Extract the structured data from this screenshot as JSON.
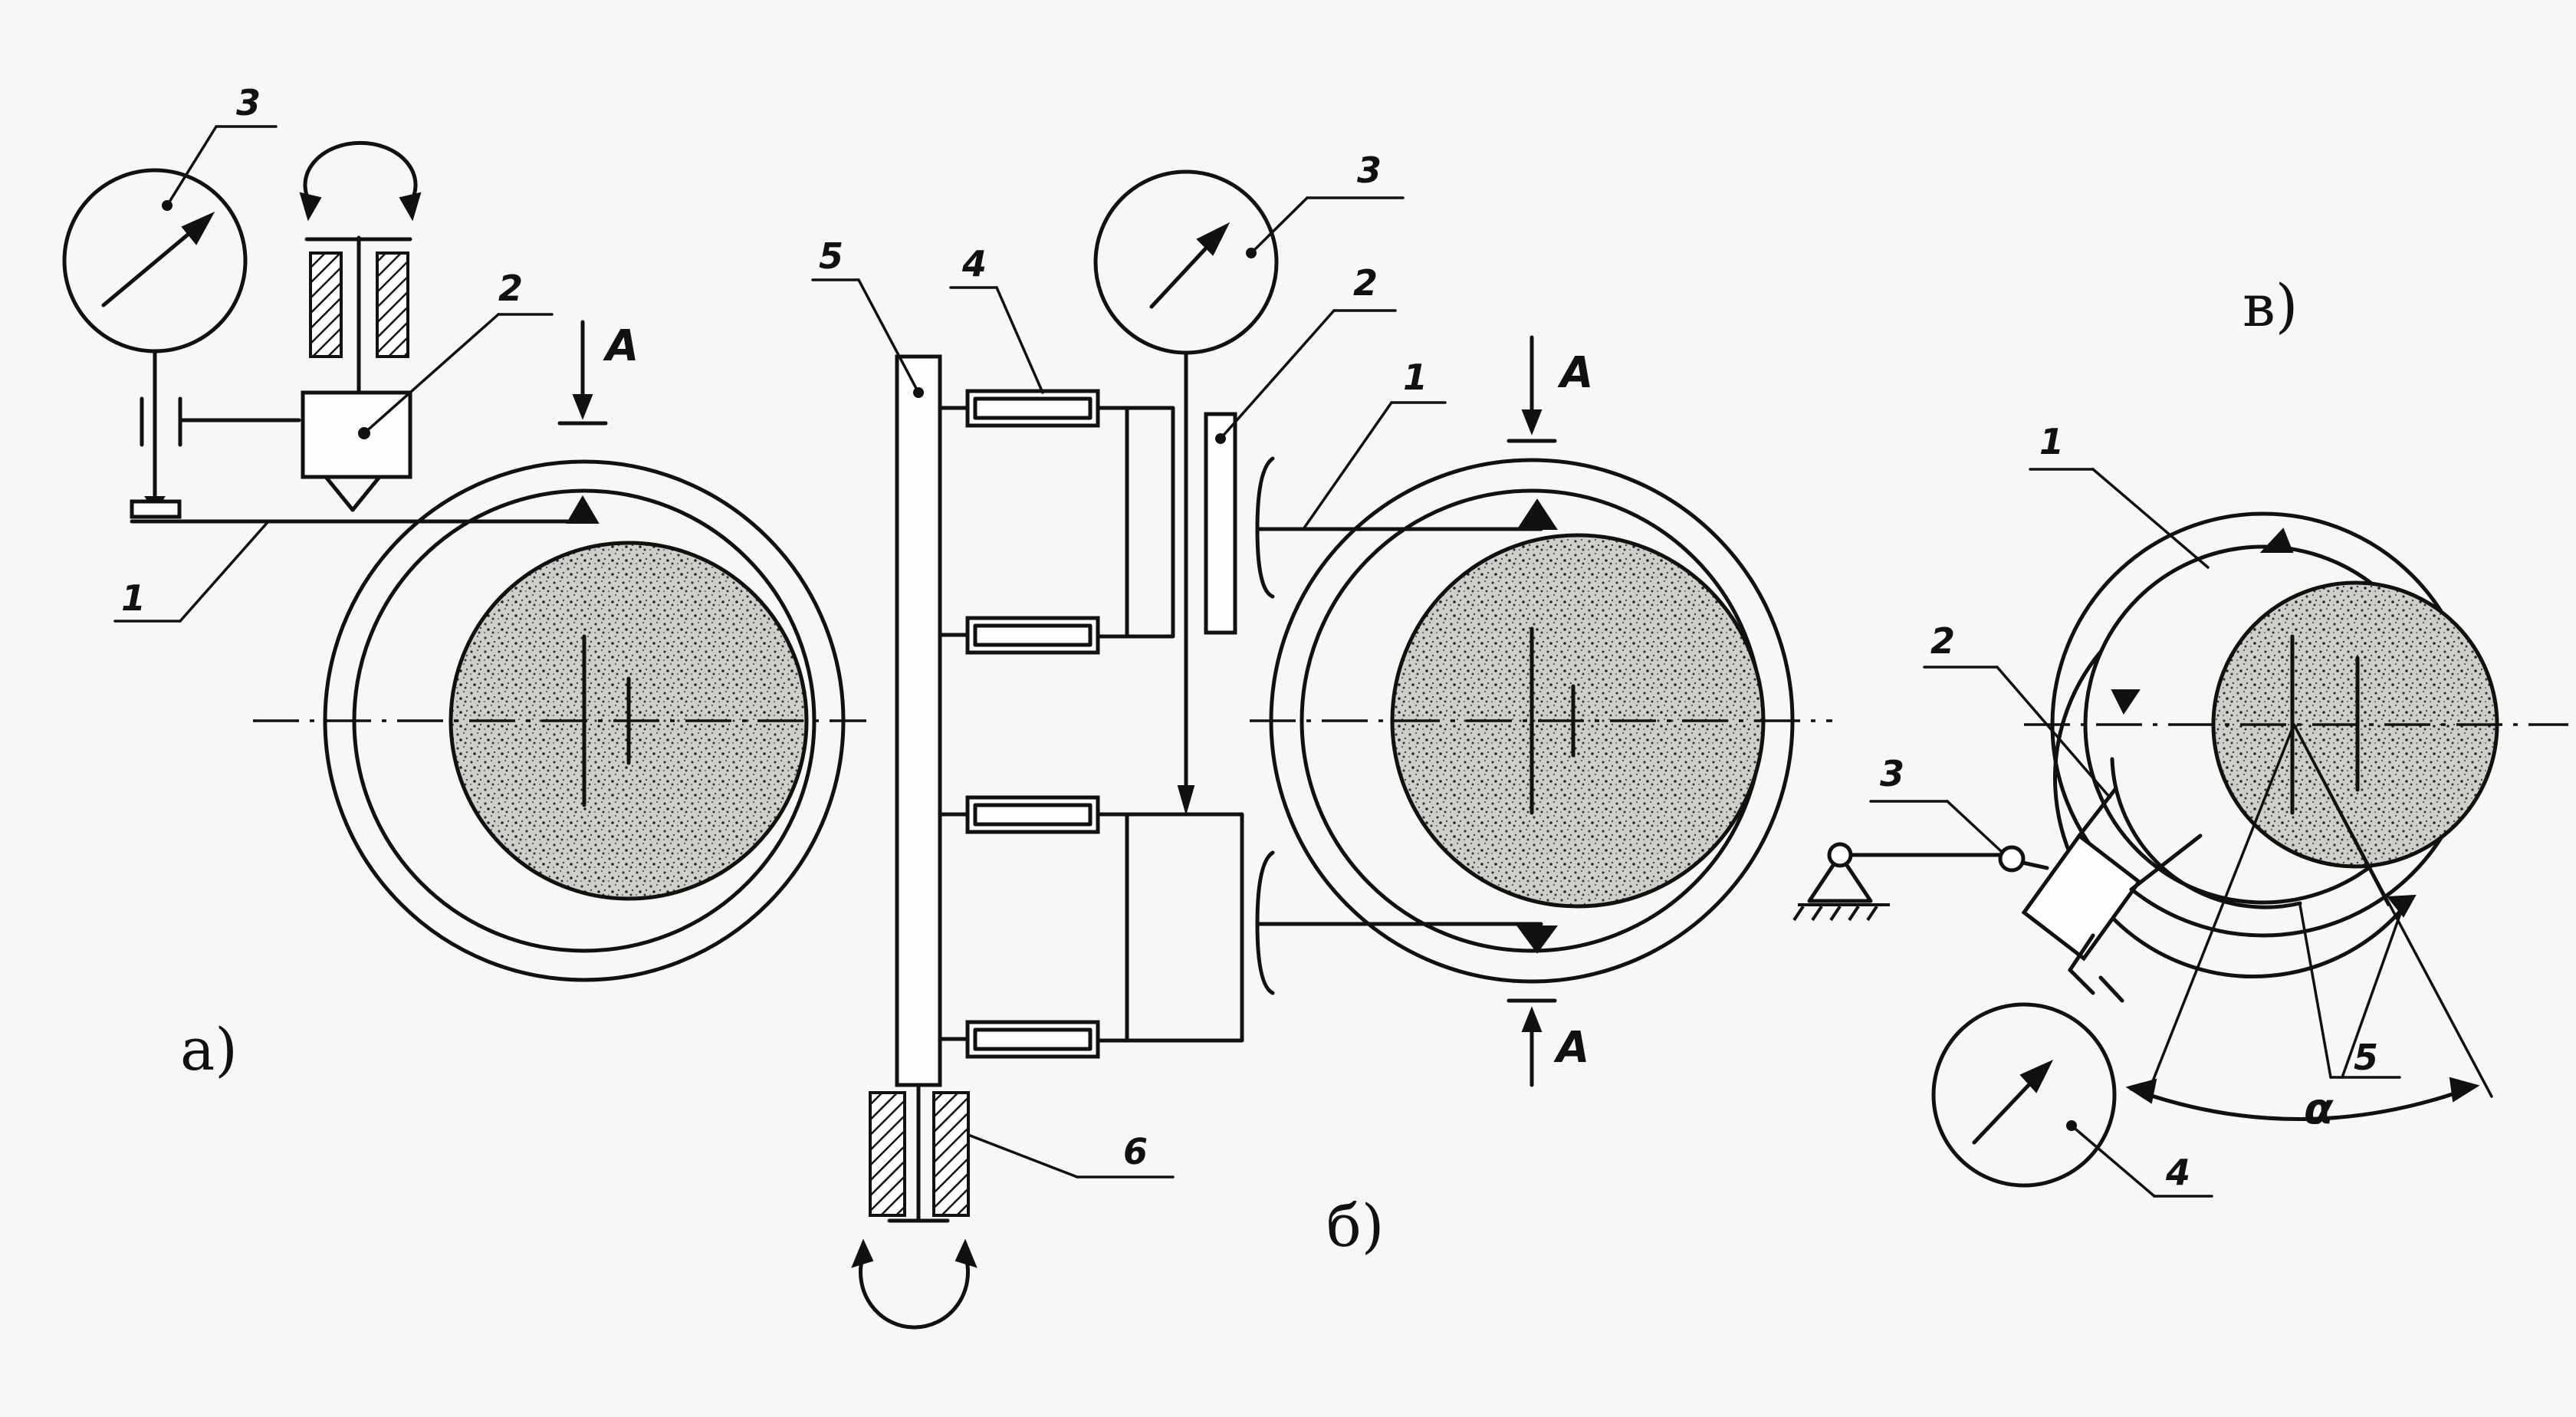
{
  "captions": {
    "a": "а)",
    "b": "б)",
    "c": "в)"
  },
  "section_mark": "A",
  "alpha_label": "α",
  "labels_a": {
    "gauge": "3",
    "probe": "2",
    "lever": "1"
  },
  "labels_b": {
    "beam": "5",
    "pads": "4",
    "gauge": "3",
    "probe": "2",
    "lever": "1",
    "bearing": "6"
  },
  "labels_c": {
    "lever": "1",
    "probe": "2",
    "linkage": "3",
    "gauge": "4",
    "sector": "5"
  },
  "colors": {
    "ink": "#111111",
    "paper": "#f7f7f5",
    "wheel_fill": "#c9c9c4"
  },
  "icons": [
    "gauge-dial-icon",
    "rotation-arrow-icon",
    "pivot-support-icon",
    "section-arrow-icon"
  ]
}
